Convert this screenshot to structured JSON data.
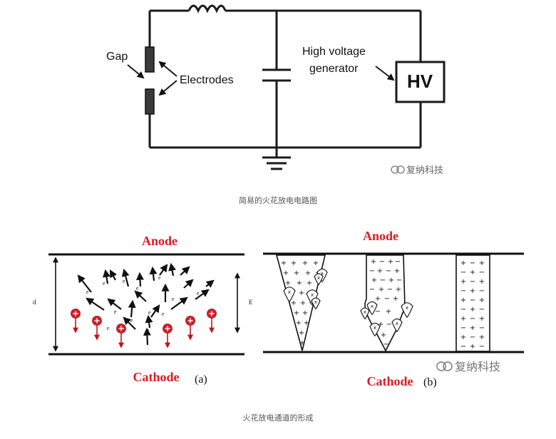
{
  "circuit": {
    "labels": {
      "gap": "Gap",
      "electrodes": "Electrodes",
      "hv_line1": "High voltage",
      "hv_line2": "generator",
      "hv_box": "HV"
    },
    "watermark": "复纳科技",
    "caption": "简易的火花放电电路图"
  },
  "discharge": {
    "panel_a": {
      "anode": "Anode",
      "cathode": "Cathode",
      "tag": "(a)",
      "d_label": "d",
      "e_field_label": "E",
      "electron_label": "e"
    },
    "panel_b": {
      "anode": "Anode",
      "cathode": "Cathode",
      "tag": "(b)",
      "watermark": "复纳科技"
    },
    "caption": "火花放电通道的形成",
    "colors": {
      "anode_cathode": "#e0191f",
      "ion": "#d81e28",
      "ink": "#111111"
    }
  }
}
